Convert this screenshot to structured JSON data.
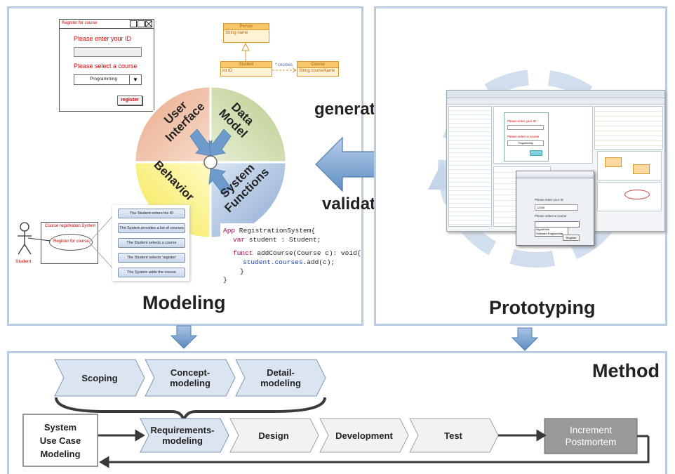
{
  "modeling_panel": {
    "title": "Modeling",
    "register_dialog": {
      "window_title": "Register for course",
      "id_prompt": "Please enter your ID",
      "course_prompt": "Please select a course",
      "course_value": "Programming",
      "register_label": "register"
    },
    "class_diagram": {
      "person_class": "Person",
      "person_attr": "String name",
      "student_class": "Student",
      "student_attr": "int ID",
      "course_class": "Course",
      "course_attr": "String courseName",
      "assoc_label": "* courses"
    },
    "wheel": {
      "user_interface": "User Interface",
      "data_model": "Data Model",
      "behavior": "Behavior",
      "system_functions": "System Functions"
    },
    "use_case": {
      "system_label": "Course registration System",
      "use_case_label": "Register for course",
      "actor_label": "Student"
    },
    "activities": [
      "The Student enters his ID",
      "The System provides a list of courses",
      "The Student selects a course",
      "The Student selects 'register'",
      "The System adds the course"
    ],
    "code": {
      "line1_kw": "App",
      "line1_rest": " RegistrationSystem{",
      "line2_kw": "var",
      "line2_rest": " student : Student;",
      "line3_kw": "funct",
      "line3_rest": " addCourse(Course c): void{",
      "line4_a": "student.",
      "line4_b": "courses",
      "line4_c": ".add(c);",
      "line5": "}",
      "line6": "}"
    }
  },
  "center": {
    "generation": "generation",
    "validation": "validation"
  },
  "prototyping_panel": {
    "title": "Prototyping",
    "id_prompt": "Please enter your ID",
    "course_prompt": "Please select a course",
    "course_value": "Programming",
    "dialog_id_prompt": "Please enter your ID",
    "dialog_id_value": "12345",
    "dialog_course_prompt": "Please select a course",
    "dialog_options": [
      "Algorithms",
      "Software Engineering"
    ],
    "dialog_register": "Register"
  },
  "method_panel": {
    "title": "Method",
    "top_chevrons": [
      "Scoping",
      "Concept-\nmodeling",
      "Detail-\nmodeling"
    ],
    "bottom_chevrons": [
      "Requirements-\nmodeling",
      "Design",
      "Development",
      "Test"
    ],
    "use_case_box": "System\nUse Case\nModeling",
    "postmortem_box": "Increment\nPostmortem"
  },
  "colors": {
    "panel_border": "#b9cde2",
    "arrow_blue": "#7fa7d2",
    "chevron_blue": "#dbe5f1",
    "chevron_grey": "#f2f2f2",
    "wheel_ui": "#f6d3c0",
    "wheel_data": "#d7e4bd",
    "wheel_behavior": "#fff38a",
    "wheel_functions": "#b8cce4"
  }
}
